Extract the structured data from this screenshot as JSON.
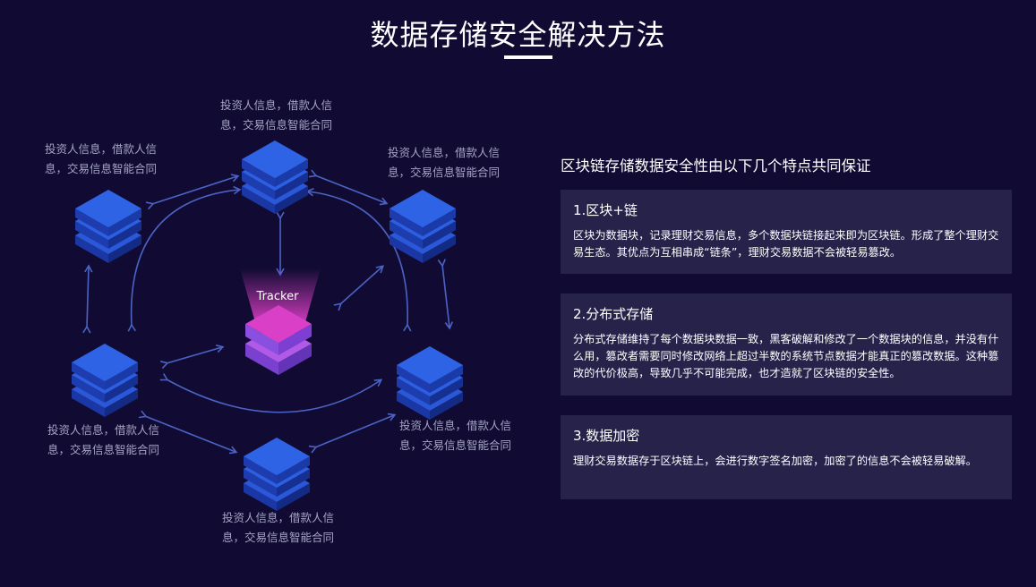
{
  "page": {
    "title": "数据存储安全解决方法"
  },
  "diagram": {
    "center_label": "Tracker",
    "node_label_line1": "投资人信息，借款人信",
    "node_label_line2": "息，交易信息智能合同",
    "node_count": 6
  },
  "panel": {
    "heading": "区块链存储数据安全性由以下几个特点共同保证",
    "cards": [
      {
        "title": "1.区块+链",
        "body": "区块为数据块，记录理财交易信息，多个数据块链接起来即为区块链。形成了整个理财交易生态。其优点为互相串成“链条”，理财交易数据不会被轻易篡改。"
      },
      {
        "title": "2.分布式存储",
        "body": "分布式存储维持了每个数据块数据一致，黑客破解和修改了一个数据块的信息，并没有什么用，篡改者需要同时修改网络上超过半数的系统节点数据才能真正的篡改数据。这种篡改的代价极高，导致几乎不可能完成，也才造就了区块链的安全性。"
      },
      {
        "title": "3.数据加密",
        "body": "理财交易数据存于区块链上，会进行数字签名加密，加密了的信息不会被轻易破解。"
      }
    ]
  },
  "colors": {
    "background": "#110b33",
    "card": "#27224a",
    "node_top": "#2f63e6",
    "node_side": "#1e3cae",
    "tracker_top": "#d93fc7",
    "tracker_side": "#8b4fe0",
    "arrow": "#4a63c4"
  }
}
